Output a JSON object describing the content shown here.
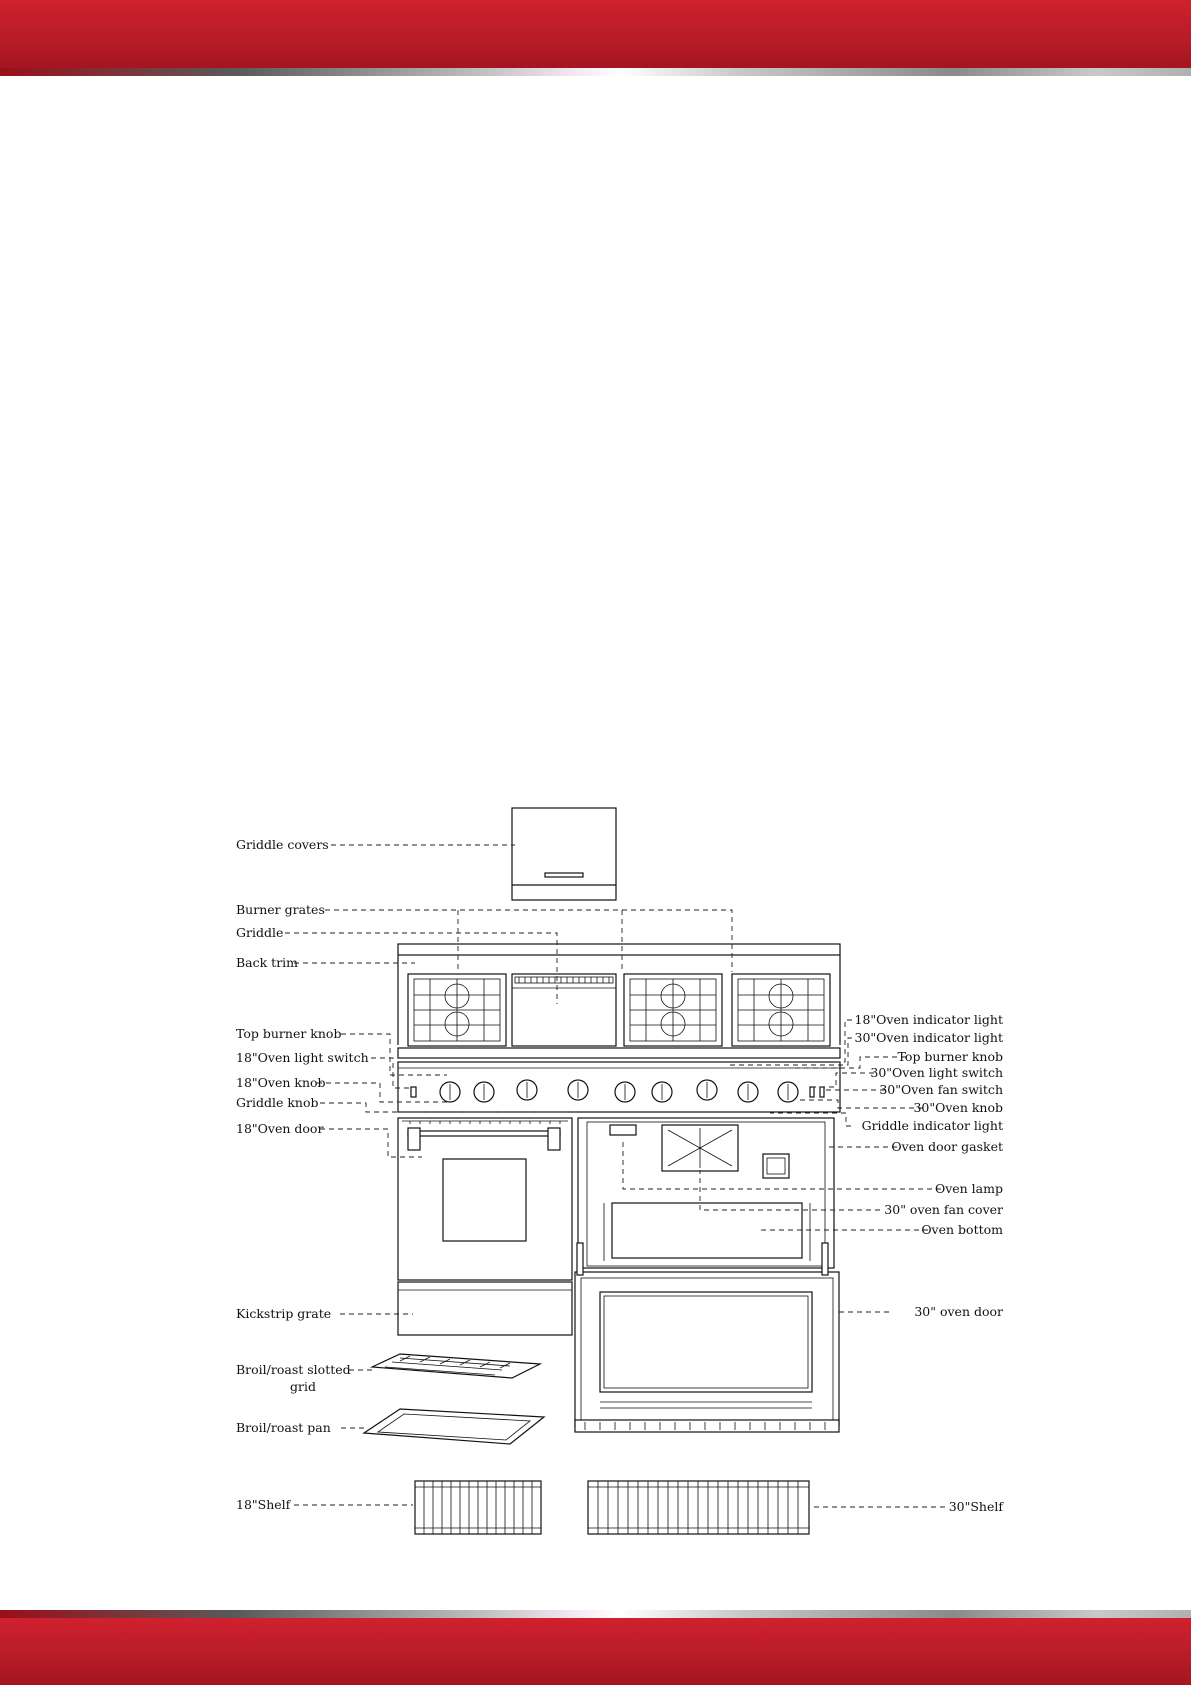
{
  "labels_left": {
    "griddle_covers": "Griddle covers",
    "burner_grates": "Burner grates",
    "griddle": "Griddle",
    "back_trim": "Back trim",
    "top_burner_knob": "Top burner knob",
    "oven18_light_switch": "18\"Oven light switch",
    "oven18_knob": "18\"Oven knob",
    "griddle_knob": "Griddle knob",
    "oven18_door": "18\"Oven door",
    "kickstrip_grate": "Kickstrip grate",
    "broil_grid_line1": "Broil/roast slotted",
    "broil_grid_line2": "grid",
    "broil_pan": "Broil/roast pan",
    "shelf18": "18\"Shelf"
  },
  "labels_right": {
    "oven18_indicator_light": "18\"Oven indicator light",
    "oven30_indicator_light": "30\"Oven indicator light",
    "top_burner_knob": "Top burner knob",
    "oven30_light_switch": "30\"Oven light switch",
    "oven30_fan_switch": "30\"Oven fan switch",
    "oven30_knob": "30\"Oven knob",
    "griddle_indicator_light": "Griddle indicator light",
    "oven_door_gasket": "Oven door gasket",
    "oven_lamp": "Oven lamp",
    "oven30_fan_cover": "30\" oven fan cover",
    "oven_bottom": "Oven bottom",
    "oven30_door": "30\" oven door",
    "shelf30": "30\"Shelf"
  },
  "colors": {
    "header_red": "#b71c27",
    "line": "#111111"
  }
}
